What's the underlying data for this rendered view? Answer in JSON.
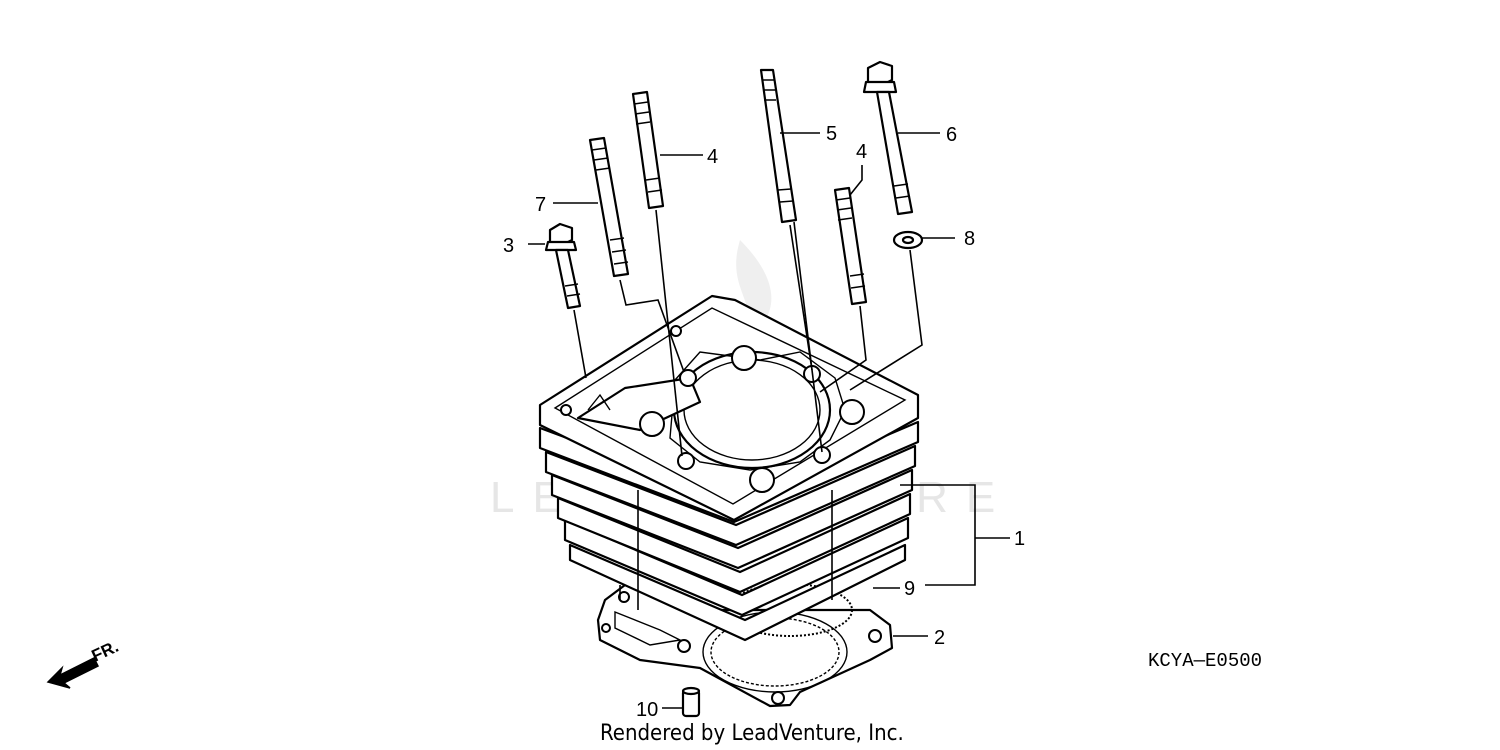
{
  "diagram": {
    "callouts": {
      "c1": "1",
      "c2": "2",
      "c3": "3",
      "c4a": "4",
      "c4b": "4",
      "c5": "5",
      "c6": "6",
      "c7": "7",
      "c8": "8",
      "c9": "9",
      "c10": "10"
    },
    "diagram_code": "KCYA—E0500",
    "credit": "Rendered by LeadVenture, Inc.",
    "front_label": "FR.",
    "watermark": "LEADVENTURE"
  }
}
